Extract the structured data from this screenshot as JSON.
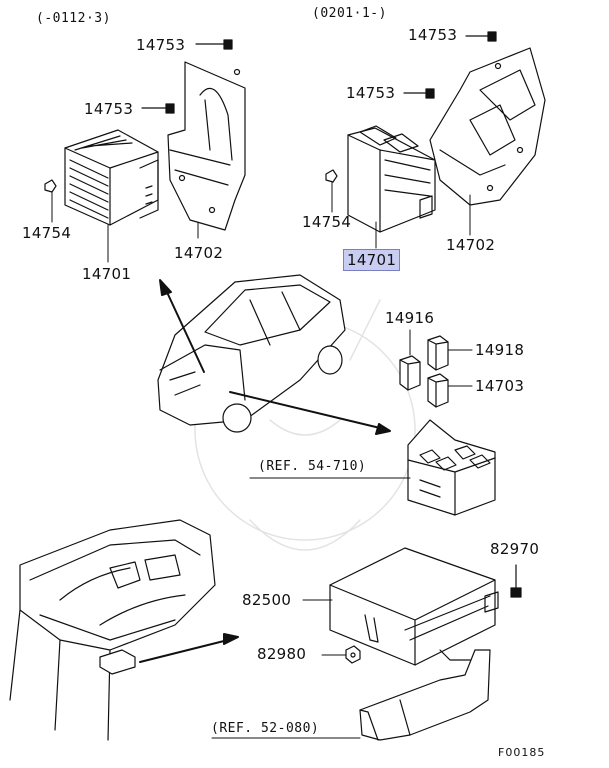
{
  "headers": {
    "left_range": "(-0112·3)",
    "right_range": "(0201·1-)"
  },
  "parts": {
    "p14753_a": "14753",
    "p14753_b": "14753",
    "p14753_c": "14753",
    "p14753_d": "14753",
    "p14754_a": "14754",
    "p14754_b": "14754",
    "p14701_a": "14701",
    "p14701_b": "14701",
    "p14702_a": "14702",
    "p14702_b": "14702",
    "p14916": "14916",
    "p14918": "14918",
    "p14703": "14703",
    "p82970": "82970",
    "p82500": "82500",
    "p82980": "82980"
  },
  "refs": {
    "ref_54": "(REF. 54-710)",
    "ref_52": "(REF. 52-080)"
  },
  "figure_id": "F00185",
  "highlight": {
    "part": "14701",
    "color": "#c9cdf2"
  }
}
